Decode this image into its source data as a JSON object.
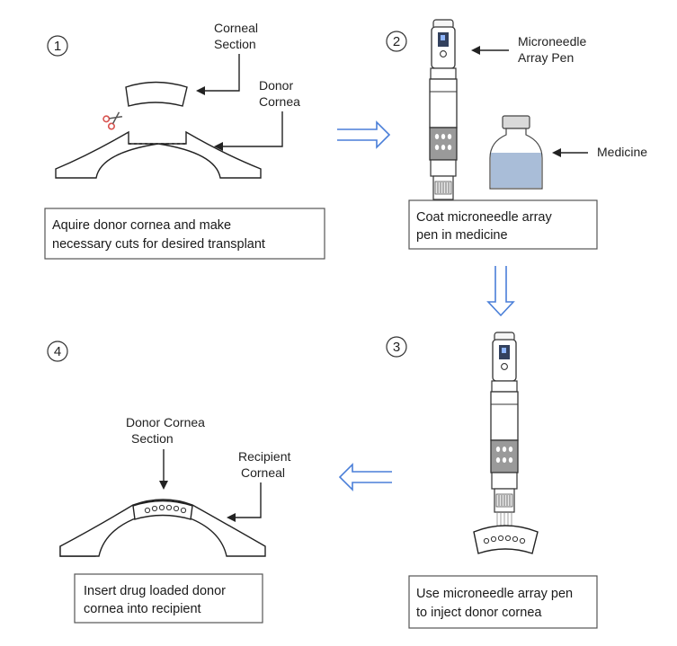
{
  "steps": [
    {
      "number": "1",
      "caption": [
        "Aquire donor cornea and make",
        "necessary cuts for desired transplant"
      ]
    },
    {
      "number": "2",
      "caption": [
        "Coat microneedle array",
        "pen in medicine"
      ]
    },
    {
      "number": "3",
      "caption": [
        "Use microneedle array pen",
        "to inject donor cornea"
      ]
    },
    {
      "number": "4",
      "caption": [
        "Insert drug loaded donor",
        "cornea into recipient"
      ]
    }
  ],
  "labels": {
    "corneal_section": [
      "Corneal",
      "Section"
    ],
    "donor_cornea": [
      "Donor",
      "Cornea"
    ],
    "microneedle_pen": [
      "Microneedle",
      "Array Pen"
    ],
    "medicine": "Medicine",
    "donor_cornea_section": [
      "Donor Cornea",
      "Section"
    ],
    "recipient_corneal": [
      "Recipient",
      "Corneal"
    ]
  },
  "colors": {
    "flow_arrow": "#4a7fd8",
    "medicine_liquid": "#a9bdd8",
    "scissors": "#d9534f",
    "outline": "#222222"
  },
  "icons": [
    "scissors-icon",
    "microneedle-pen-icon",
    "medicine-vial-icon",
    "flow-arrow-icon"
  ]
}
